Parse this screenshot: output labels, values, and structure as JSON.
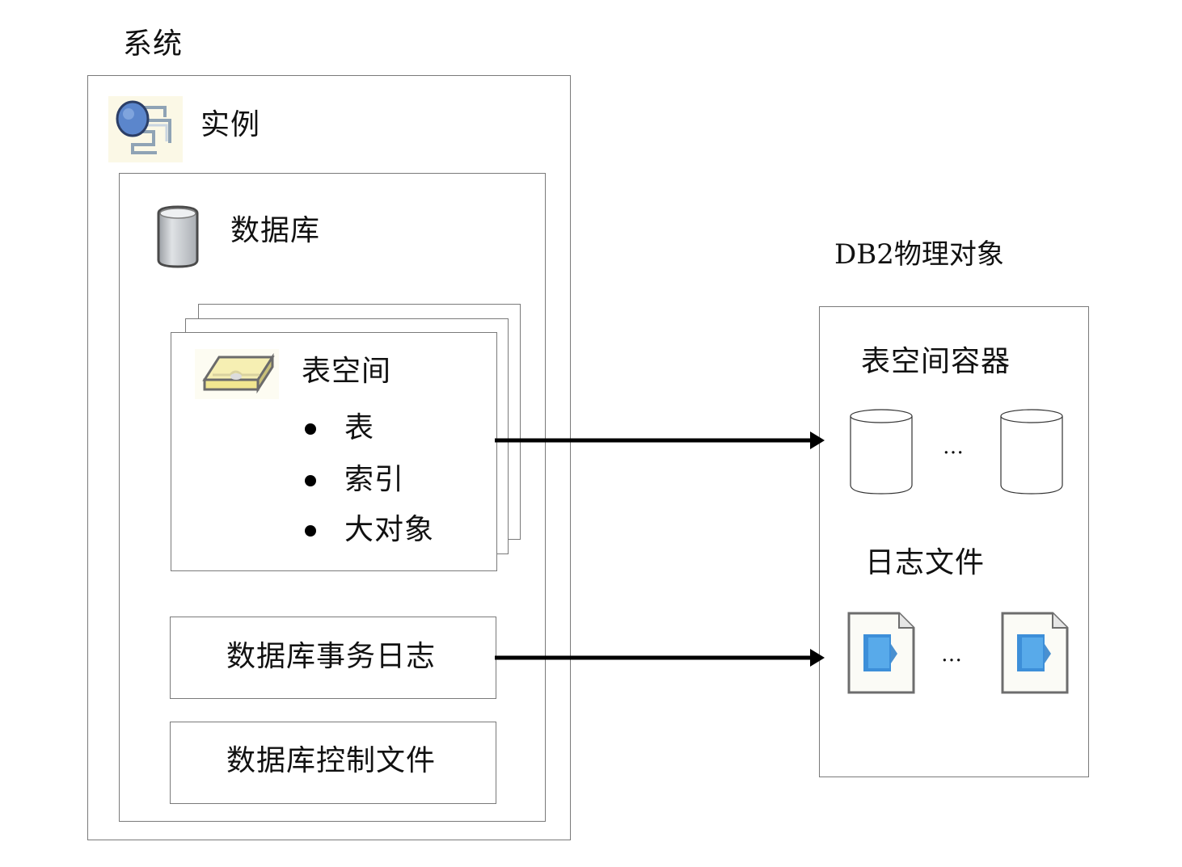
{
  "system": {
    "title": "系统"
  },
  "instance": {
    "label": "实例",
    "icon": "instance-icon"
  },
  "database": {
    "label": "数据库",
    "icon": "database-cylinder-icon"
  },
  "tablespace": {
    "label": "表空间",
    "icon": "tablespace-tray-icon",
    "items": [
      "表",
      "索引",
      "大对象"
    ]
  },
  "transaction_log": {
    "label": "数据库事务日志"
  },
  "control_file": {
    "label": "数据库控制文件"
  },
  "physical_objects": {
    "title": "DB2物理对象",
    "containers": {
      "label": "表空间容器",
      "ellipsis": "…"
    },
    "log_files": {
      "label": "日志文件",
      "ellipsis": "…"
    }
  },
  "arrows": [
    {
      "from": "tablespace",
      "to": "containers"
    },
    {
      "from": "transaction_log",
      "to": "log_files"
    }
  ]
}
